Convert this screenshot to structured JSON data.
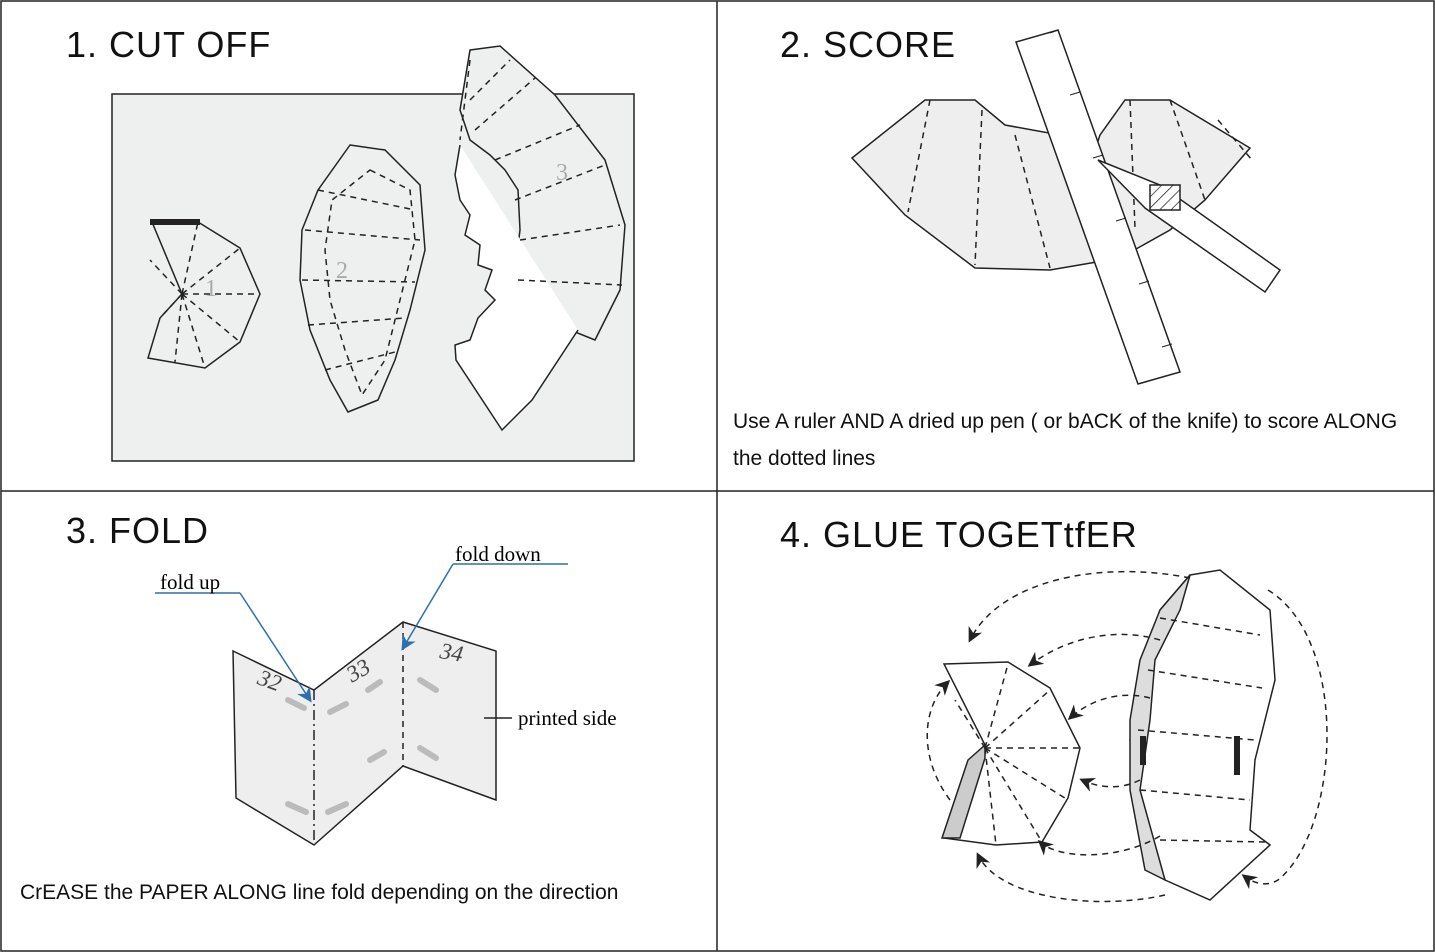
{
  "panels": [
    {
      "title": "1. CUT OFF"
    },
    {
      "title": "2. SCORE",
      "caption": "Use A ruler AND A dried up pen ( or bACK of the knife) to score ALONG the dotted lines"
    },
    {
      "title": "3. FOLD",
      "caption": "CrEASE the PAPER ALONG line fold depending on the direction",
      "labels": {
        "fold_up": "fold up",
        "fold_down": "fold down",
        "printed_side": "printed side"
      },
      "face_numbers": [
        "32",
        "33",
        "34"
      ]
    },
    {
      "title": "4. GLUE TOGETtfER"
    }
  ],
  "pieces": {
    "piece_1": "1",
    "piece_2": "2",
    "piece_3": "3"
  },
  "colors": {
    "accent_blue": "#2e6fae",
    "glue_red": "#e0201c",
    "grid_line": "#222222",
    "paper_fill": "#eeeeee",
    "piece_label_gray": "#aaaaaa"
  },
  "icons": [
    "ruler-icon",
    "knife-icon",
    "scissor-cut-edge-icon",
    "fold-arrow-icon",
    "glue-arrow-icon"
  ]
}
